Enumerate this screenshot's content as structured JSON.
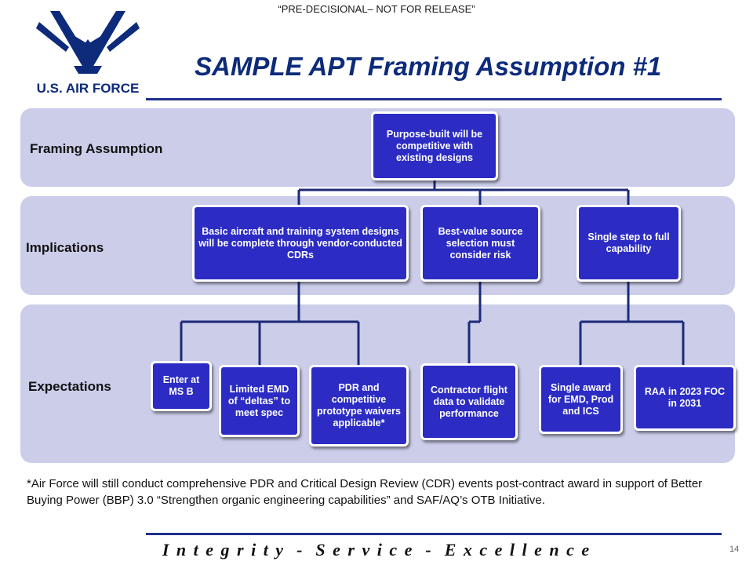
{
  "header": {
    "banner": "“PRE-DECISIONAL– NOT FOR RELEASE”",
    "title": "SAMPLE APT Framing Assumption #1",
    "logo_text": "U.S. AIR FORCE"
  },
  "bands": {
    "framing": {
      "label": "Framing Assumption"
    },
    "implications": {
      "label": "Implications"
    },
    "expectations": {
      "label": "Expectations"
    }
  },
  "boxes": {
    "framing_assumption": "Purpose-built will be competitive with existing designs",
    "impl_basic_aircraft": "Basic aircraft and training system designs will be complete through vendor-conducted CDRs",
    "impl_best_value": "Best-value source selection must consider risk",
    "impl_single_step": "Single step to full capability",
    "exp_enter_ms_b": "Enter at MS B",
    "exp_limited_emd": "Limited EMD of “deltas” to meet spec",
    "exp_pdr_waivers": "PDR and competitive prototype waivers applicable*",
    "exp_contractor_data": "Contractor flight data to validate performance",
    "exp_single_award": "Single award for EMD, Prod and ICS",
    "exp_raa_foc": "RAA in 2023 FOC in 2031"
  },
  "footnote": "*Air Force will still conduct comprehensive PDR and Critical Design Review (CDR) events post-contract award in support of Better Buying Power (BBP) 3.0 “Strengthen organic engineering capabilities” and SAF/AQ’s OTB Initiative.",
  "footer": {
    "motto": "I n t e g r i t y  -  S e r v i c e  -  E x c e l l e n c e",
    "page_number": "14"
  },
  "colors": {
    "box_fill": "#2c2cc4",
    "band_fill": "#cbcde9",
    "title_color": "#0d2b7a",
    "rule_color": "#1f2f8f"
  }
}
